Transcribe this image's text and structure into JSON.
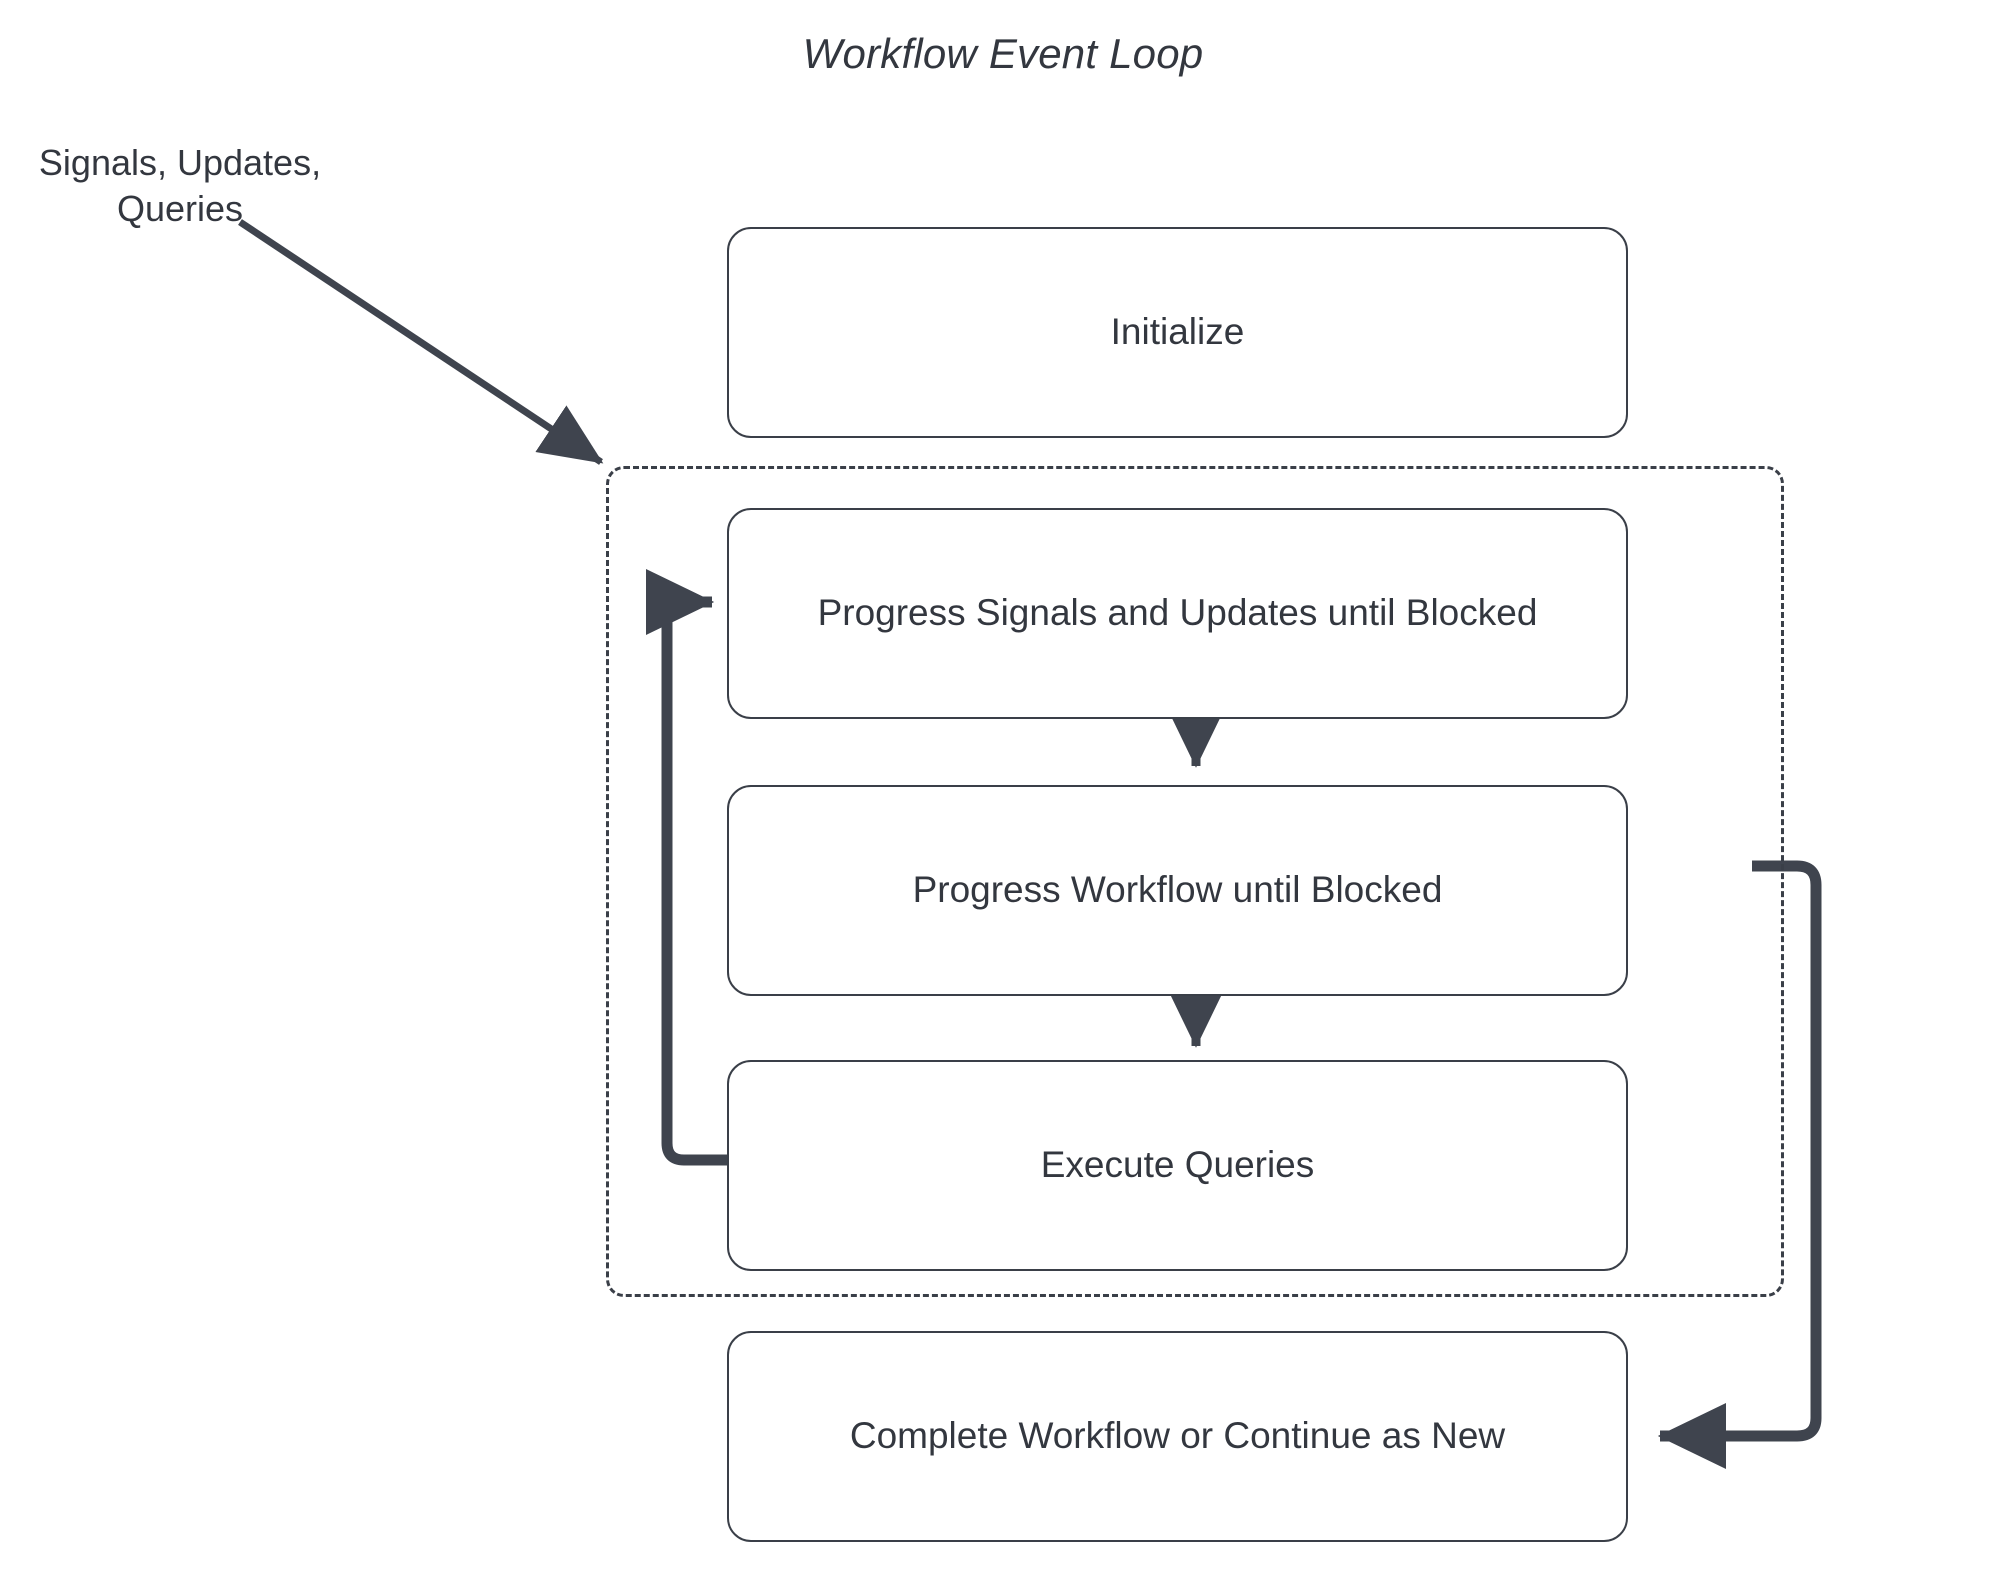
{
  "diagram": {
    "title": "Workflow Event Loop",
    "type": "flowchart",
    "external_label": "Signals, Updates,\nQueries",
    "colors": {
      "stroke": "#3a3f48",
      "text": "#33373f",
      "background": "#ffffff",
      "arrow": "#3f444e"
    },
    "loop_group": {
      "name": "event-loop-group",
      "border_style": "dashed",
      "members": [
        "progress-signals-updates",
        "progress-workflow",
        "execute-queries"
      ]
    },
    "nodes": [
      {
        "id": "initialize",
        "label": "Initialize"
      },
      {
        "id": "progress-signals-updates",
        "label": "Progress Signals and Updates until Blocked"
      },
      {
        "id": "progress-workflow",
        "label": "Progress Workflow until Blocked"
      },
      {
        "id": "execute-queries",
        "label": "Execute Queries"
      },
      {
        "id": "complete-workflow",
        "label": "Complete Workflow or Continue as New"
      }
    ],
    "edges": [
      {
        "from": "external-signals",
        "to": "event-loop-group",
        "style": "solid-arrow"
      },
      {
        "from": "progress-signals-updates",
        "to": "progress-workflow",
        "style": "solid-arrow"
      },
      {
        "from": "progress-workflow",
        "to": "execute-queries",
        "style": "solid-arrow"
      },
      {
        "from": "execute-queries",
        "to": "progress-signals-updates",
        "style": "loop-back-arrow"
      },
      {
        "from": "event-loop-group",
        "to": "complete-workflow",
        "style": "exit-arrow"
      }
    ]
  }
}
